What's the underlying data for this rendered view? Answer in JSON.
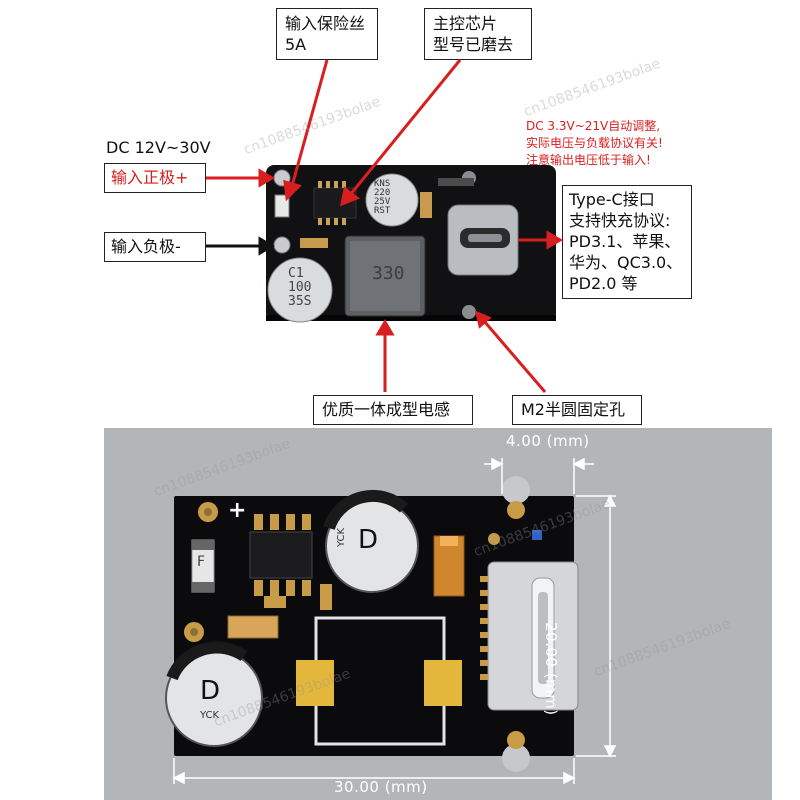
{
  "callouts": {
    "fuse": "输入保险丝\n5A",
    "chip": "主控芯片\n型号已磨去",
    "dc_range": "DC 12V~30V",
    "input_positive": "输入正极+",
    "input_negative": "输入负极-",
    "auto_note": "DC 3.3V~21V自动调整,\n实际电压与负载协议有关!\n注意输出电压低于输入!",
    "typec": "Type-C接口\n支持快充协议:\nPD3.1、苹果、\n华为、QC3.0、\nPD2.0 等",
    "inductor": "优质一体成型电感",
    "hole": "M2半圆固定孔"
  },
  "board_top": {
    "cap1_text": "KNS\n220\n25V\nRST",
    "cap2_text": "C1\n100\n35S",
    "inductor_text": "330"
  },
  "board_bottom": {
    "plus_sign": "+",
    "cap_letter_1": "D",
    "cap_brand_1": "YCK",
    "cap_letter_2": "D",
    "cap_brand_2": "YCK",
    "fuse_letter": "F"
  },
  "dimensions": {
    "top": "4.00 (mm)",
    "right": "20.00 (mm)",
    "bottom": "30.00 (mm)"
  },
  "watermark": "cn1088546193bolae",
  "colors": {
    "red": "#d81e1e",
    "pcb": "#0b0b0d",
    "background_lower": "#b3b6b9"
  }
}
